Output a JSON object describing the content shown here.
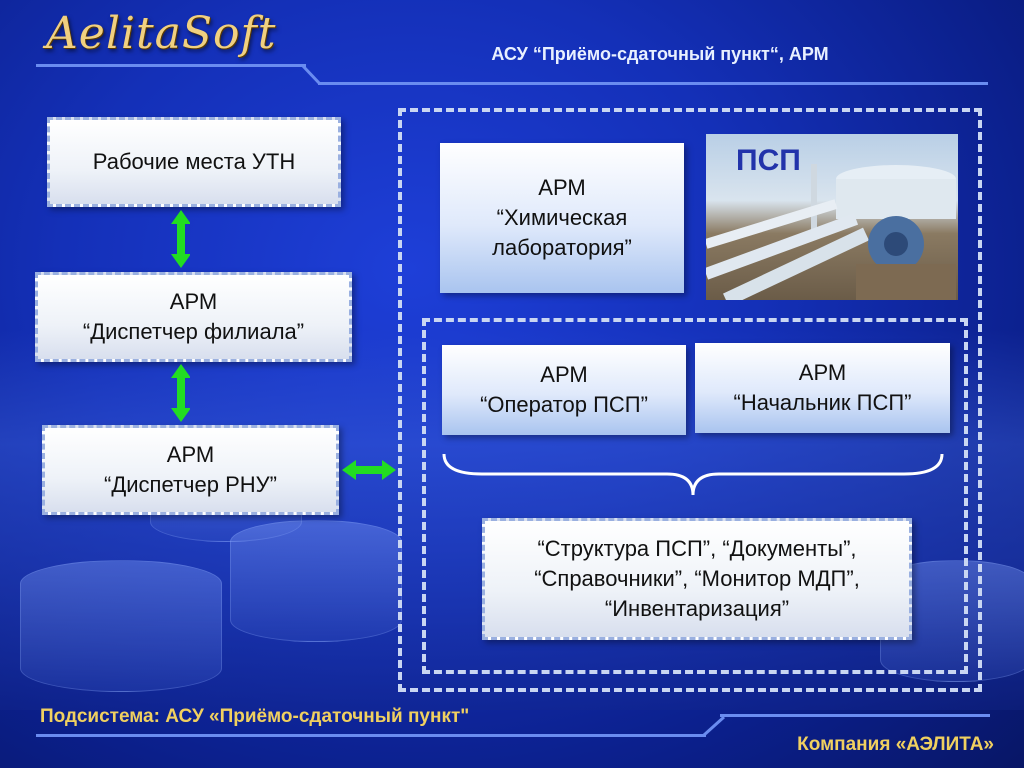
{
  "logo": {
    "text": "AelitaSoft"
  },
  "header": {
    "title": "АСУ “Приёмо-сдаточный пункт“, АРМ"
  },
  "left_boxes": {
    "utn": "Рабочие места УТН",
    "filial": [
      "АРМ",
      "“Диспетчер филиала”"
    ],
    "rnu": [
      "АРМ",
      "“Диспетчер РНУ”"
    ]
  },
  "right_boxes": {
    "lab": [
      "АРМ",
      "“Химическая",
      "лаборатория”"
    ],
    "photo_label": "ПСП",
    "operator": [
      "АРМ",
      "“Оператор ПСП”"
    ],
    "chief": [
      "АРМ",
      "“Начальник ПСП”"
    ],
    "modules": [
      "“Структура ПСП”, “Документы”,",
      "“Справочники”, “Монитор МДП”,",
      "“Инвентаризация”"
    ]
  },
  "footer": {
    "subsystem": "Подсистема: АСУ «Приёмо-сдаточный пункт\"",
    "company": "Компания «АЭЛИТА»"
  },
  "colors": {
    "background": "#1430b8",
    "arrow": "#22dd22",
    "footer_text": "#f0d060",
    "logo_text": "#f0d080"
  }
}
